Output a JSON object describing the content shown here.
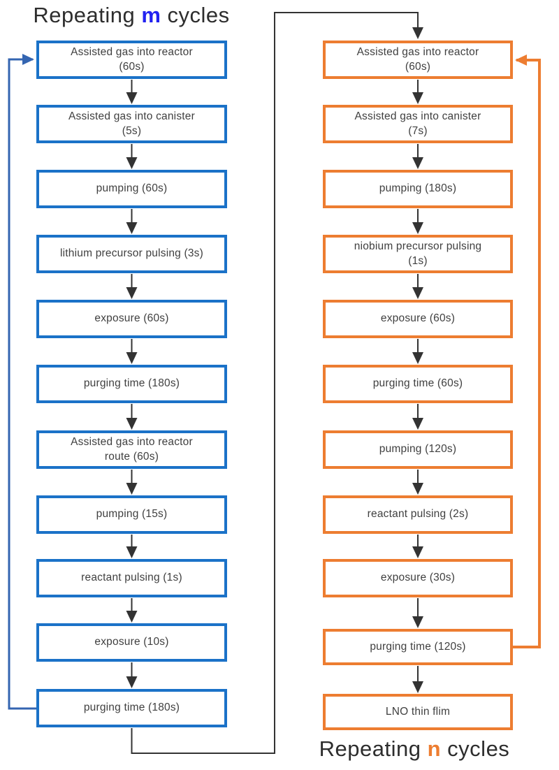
{
  "titles": {
    "top": {
      "prefix": "Repeating ",
      "variable": "m",
      "suffix": " cycles"
    },
    "bottom": {
      "prefix": "Repeating ",
      "variable": "n",
      "suffix": " cycles"
    }
  },
  "left_steps": [
    "Assisted gas into reactor\n(60s)",
    "Assisted gas into canister\n(5s)",
    "pumping (60s)",
    "lithium precursor pulsing (3s)",
    "exposure (60s)",
    "purging time (180s)",
    "Assisted gas into reactor\nroute (60s)",
    "pumping (15s)",
    "reactant pulsing (1s)",
    "exposure (10s)",
    "purging time (180s)"
  ],
  "right_steps": [
    "Assisted gas into reactor\n(60s)",
    "Assisted gas into canister\n(7s)",
    "pumping (180s)",
    "niobium precursor pulsing\n(1s)",
    "exposure (60s)",
    "purging time (60s)",
    "pumping (120s)",
    "reactant pulsing (2s)",
    "exposure (30s)",
    "purging time (120s)",
    "LNO thin flim"
  ],
  "colors": {
    "box_border_blue": "#1b72c8",
    "box_border_orange": "#ed7d31",
    "loop_blue": "#3465b1",
    "loop_orange": "#ed7d31",
    "connector_black": "#333333",
    "title_text": "#2d2d2d",
    "title_variable_blue": "#2222f0",
    "title_variable_orange": "#ed7d31",
    "box_text": "#3f3f3f"
  }
}
